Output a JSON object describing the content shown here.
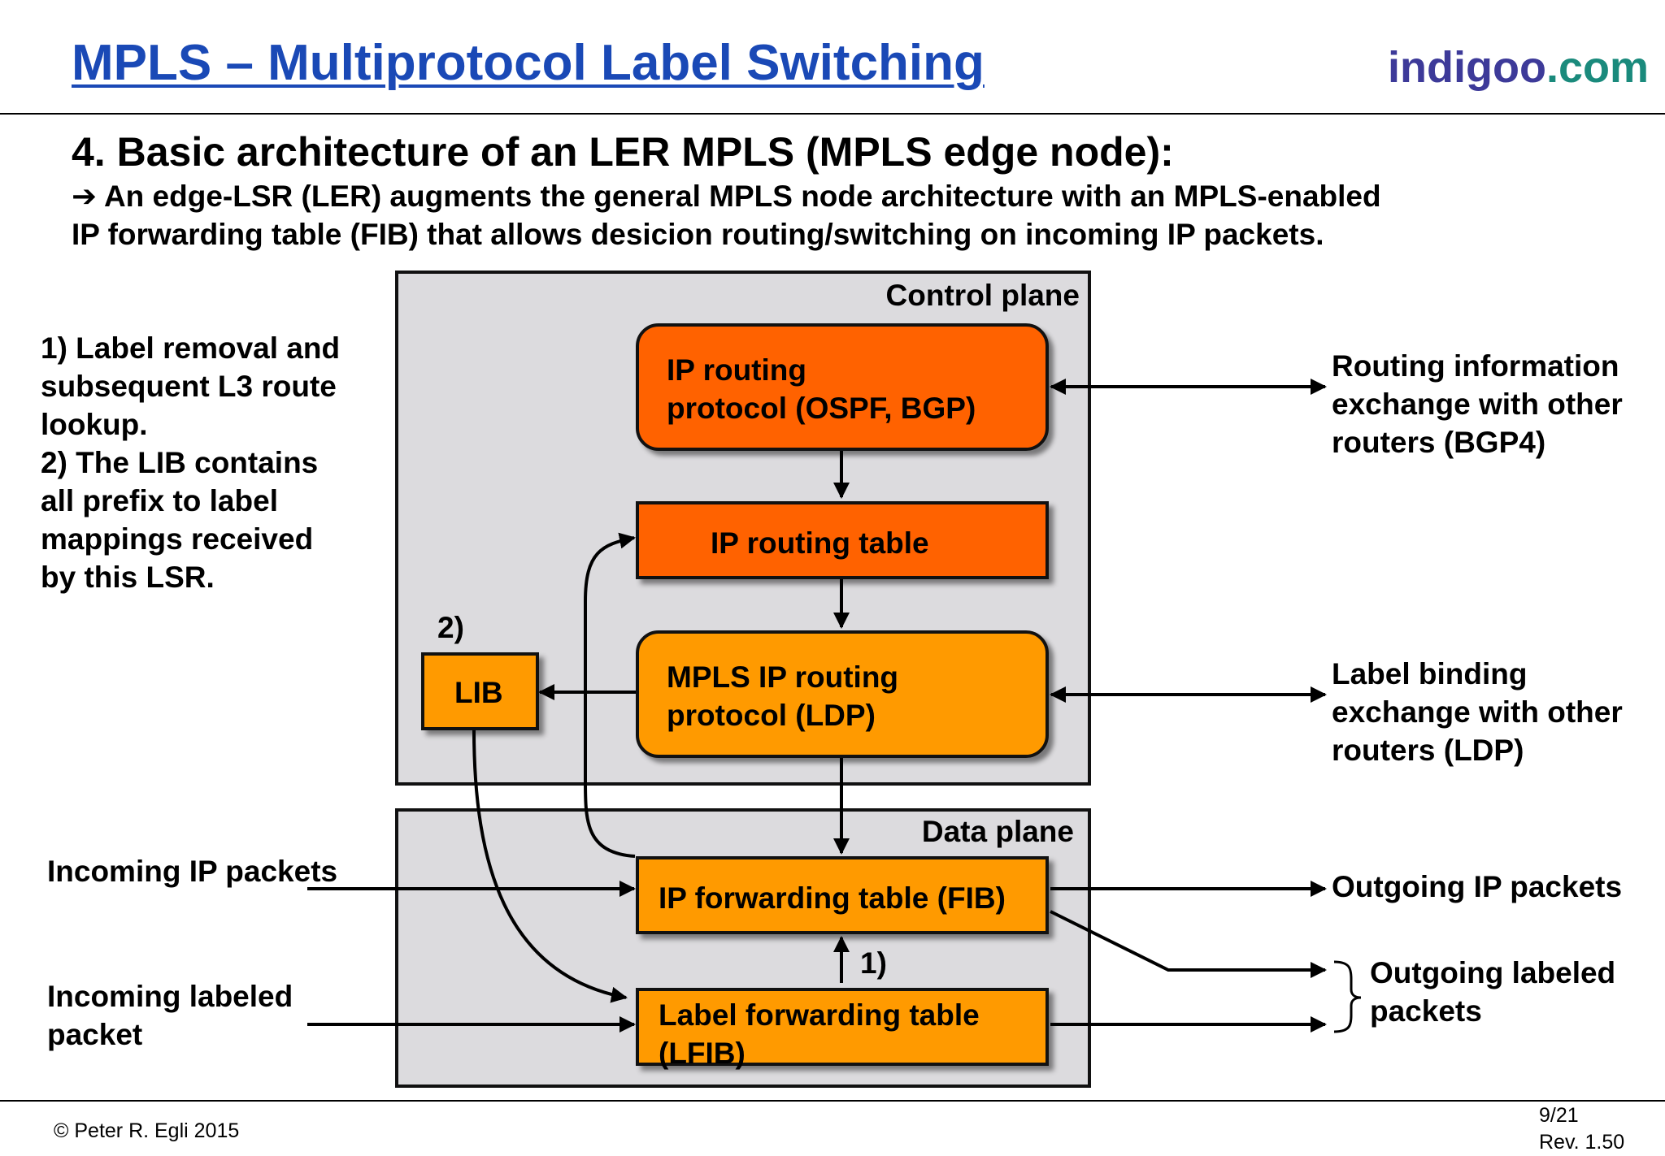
{
  "header": {
    "title": "MPLS – Multiprotocol Label Switching",
    "brand_part1": "indigoo",
    "brand_part2": ".com"
  },
  "heading": "4. Basic architecture of an LER MPLS (MPLS edge node):",
  "intro": {
    "arrow_glyph": "➔",
    "line1": "An edge-LSR (LER) augments the general MPLS node architecture with an MPLS-enabled",
    "line2": "IP forwarding table (FIB) that allows desicion routing/switching on incoming IP packets."
  },
  "notes": [
    "1) Label removal and",
    "subsequent L3 route",
    "lookup.",
    "2) The LIB contains",
    "all prefix to label",
    "mappings received",
    "by this LSR."
  ],
  "diagram": {
    "control_plane_label": "Control plane",
    "data_plane_label": "Data plane",
    "boxes": {
      "ip_routing_protocol": [
        "IP routing",
        "protocol (OSPF, BGP)"
      ],
      "ip_routing_table": "IP routing table",
      "mpls_ip_routing_protocol": [
        "MPLS IP routing",
        "protocol (LDP)"
      ],
      "lib": "LIB",
      "fib": "IP forwarding table (FIB)",
      "lfib": [
        "Label forwarding table",
        "(LFIB)"
      ]
    },
    "markers": {
      "lib_marker": "2)",
      "lfib_marker": "1)"
    },
    "right_labels": {
      "routing_info": [
        "Routing information",
        "exchange with other",
        "routers (BGP4)"
      ],
      "label_binding": [
        "Label binding",
        "exchange with other",
        "routers (LDP)"
      ],
      "outgoing_ip": "Outgoing IP packets",
      "outgoing_labeled": [
        "Outgoing labeled",
        "packets"
      ]
    },
    "left_labels": {
      "incoming_ip": "Incoming IP packets",
      "incoming_labeled": [
        "Incoming labeled",
        "packet"
      ]
    }
  },
  "footer": {
    "copyright": "© Peter R. Egli 2015",
    "page": "9/21",
    "revision": "Rev. 1.50"
  }
}
